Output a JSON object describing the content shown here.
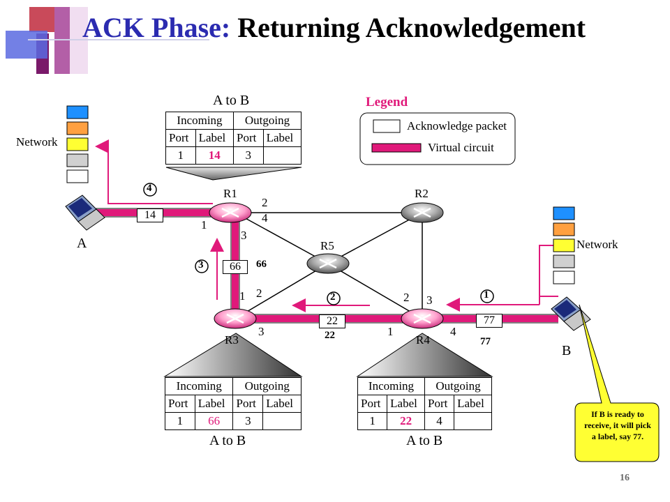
{
  "slide": {
    "title_part1": "ACK Phase:",
    "title_part2": "Returning Acknowledgement",
    "page_number": "16"
  },
  "colors": {
    "virtual_circuit": "#e0197a",
    "title_blue": "#2b2bb0",
    "callout_fill": "#ffff33"
  },
  "legend": {
    "title": "Legend",
    "items": [
      {
        "label": "Acknowledge packet",
        "swatch": "white-box"
      },
      {
        "label": "Virtual circuit",
        "swatch": "pink-bar"
      }
    ]
  },
  "hosts": {
    "a": {
      "label": "A",
      "network_label": "Network"
    },
    "b": {
      "label": "B",
      "network_label": "Network"
    }
  },
  "routers": {
    "r1": "R1",
    "r2": "R2",
    "r3": "R3",
    "r4": "R4",
    "r5": "R5"
  },
  "tables": {
    "r1": {
      "caption": "A to B",
      "headers": {
        "incoming": "Incoming",
        "outgoing": "Outgoing"
      },
      "subheaders": {
        "port_in": "Port",
        "label_in": "Label",
        "port_out": "Port",
        "label_out": "Label"
      },
      "row": {
        "port_in": "1",
        "label_in": "14",
        "port_out": "3",
        "label_out": ""
      }
    },
    "r3": {
      "caption": "A to B",
      "headers": {
        "incoming": "Incoming",
        "outgoing": "Outgoing"
      },
      "subheaders": {
        "port_in": "Port",
        "label_in": "Label",
        "port_out": "Port",
        "label_out": "Label"
      },
      "row": {
        "port_in": "1",
        "label_in": "66",
        "port_out": "3",
        "label_out": ""
      }
    },
    "r4": {
      "caption": "A to B",
      "headers": {
        "incoming": "Incoming",
        "outgoing": "Outgoing"
      },
      "subheaders": {
        "port_in": "Port",
        "label_in": "Label",
        "port_out": "Port",
        "label_out": "Label"
      },
      "row": {
        "port_in": "1",
        "label_in": "22",
        "port_out": "4",
        "label_out": ""
      }
    }
  },
  "ports": {
    "r1_1": "1",
    "r1_2": "2",
    "r1_4": "4",
    "r1_3": "3",
    "r3_2": "2",
    "r3_1": "1",
    "r3_3": "3",
    "r4_2": "2",
    "r4_3": "3",
    "r4_1": "1",
    "r4_4": "4"
  },
  "packets": {
    "ab": "14",
    "r1r3": "66",
    "r3r4": "22",
    "r4b": "77"
  },
  "pink_labels": {
    "r1r3": "66",
    "r3r4": "22",
    "r4b": "77"
  },
  "steps": {
    "s1": "1",
    "s2": "2",
    "s3": "3",
    "s4": "4"
  },
  "callout": {
    "text": "If B is ready to receive, it will pick a label, say 77."
  }
}
